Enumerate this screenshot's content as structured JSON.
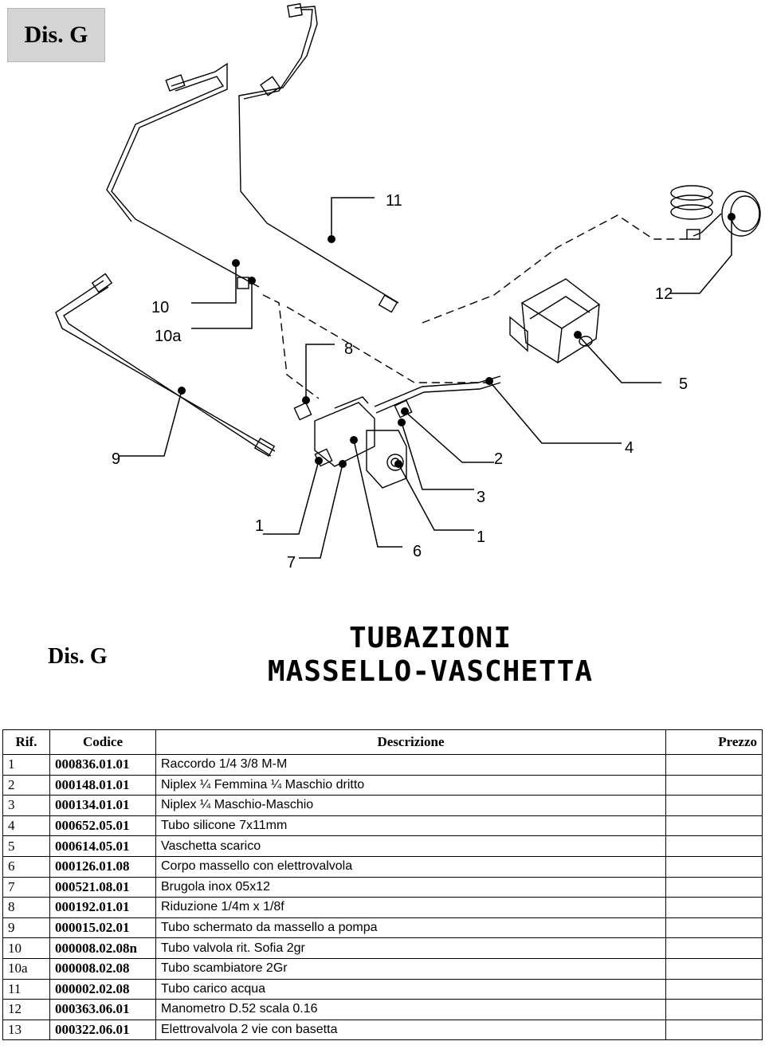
{
  "header": {
    "badge": "Dis. G"
  },
  "drawing": {
    "callouts": [
      "11",
      "10",
      "10a",
      "8",
      "12",
      "5",
      "9",
      "2",
      "4",
      "3",
      "1",
      "1",
      "7",
      "6"
    ]
  },
  "footer_label": "Dis. G",
  "title": {
    "line1": "TUBAZIONI",
    "line2": "MASSELLO-VASCHETTA"
  },
  "table": {
    "headers": {
      "rif": "Rif.",
      "codice": "Codice",
      "descrizione": "Descrizione",
      "prezzo": "Prezzo"
    },
    "rows": [
      {
        "rif": "1",
        "code": "000836.01.01",
        "desc": "Raccordo 1/4 3/8 M-M",
        "price": ""
      },
      {
        "rif": "2",
        "code": "000148.01.01",
        "desc": "Niplex ¼ Femmina ¼ Maschio dritto",
        "price": ""
      },
      {
        "rif": "3",
        "code": "000134.01.01",
        "desc": "Niplex ¼ Maschio-Maschio",
        "price": ""
      },
      {
        "rif": "4",
        "code": "000652.05.01",
        "desc": "Tubo silicone 7x11mm",
        "price": ""
      },
      {
        "rif": "5",
        "code": "000614.05.01",
        "desc": "Vaschetta scarico",
        "price": ""
      },
      {
        "rif": "6",
        "code": "000126.01.08",
        "desc": "Corpo massello con elettrovalvola",
        "price": ""
      },
      {
        "rif": "7",
        "code": "000521.08.01",
        "desc": "Brugola inox 05x12",
        "price": ""
      },
      {
        "rif": "8",
        "code": "000192.01.01",
        "desc": "Riduzione 1/4m x 1/8f",
        "price": ""
      },
      {
        "rif": "9",
        "code": "000015.02.01",
        "desc": "Tubo schermato da massello a pompa",
        "price": ""
      },
      {
        "rif": "10",
        "code": "000008.02.08n",
        "desc": "Tubo valvola rit. Sofia 2gr",
        "price": ""
      },
      {
        "rif": "10a",
        "code": "000008.02.08",
        "desc": "Tubo scambiatore 2Gr",
        "price": ""
      },
      {
        "rif": "11",
        "code": "000002.02.08",
        "desc": "Tubo carico acqua",
        "price": ""
      },
      {
        "rif": "12",
        "code": "000363.06.01",
        "desc": "Manometro D.52 scala 0.16",
        "price": ""
      },
      {
        "rif": "13",
        "code": "000322.06.01",
        "desc": "Elettrovalvola 2 vie con basetta",
        "price": ""
      }
    ]
  }
}
